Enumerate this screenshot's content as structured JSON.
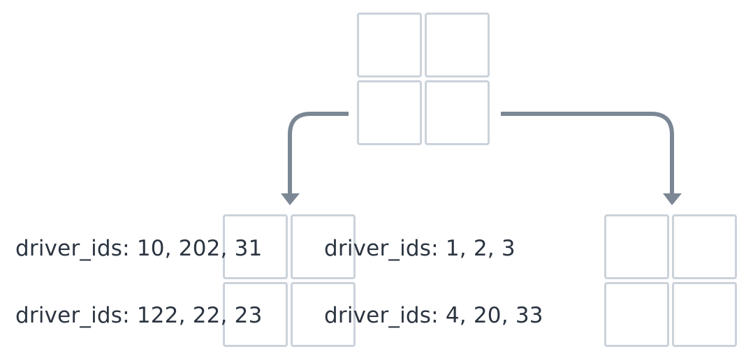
{
  "diagram": {
    "line_color": "#7b8794",
    "cell_border_color": "#cbd2da",
    "text_color": "#2b3440",
    "labels": [
      "driver_ids: 10, 202, 31",
      "driver_ids: 1, 2, 3",
      "driver_ids: 122, 22, 23",
      "driver_ids: 4, 20, 33"
    ]
  }
}
